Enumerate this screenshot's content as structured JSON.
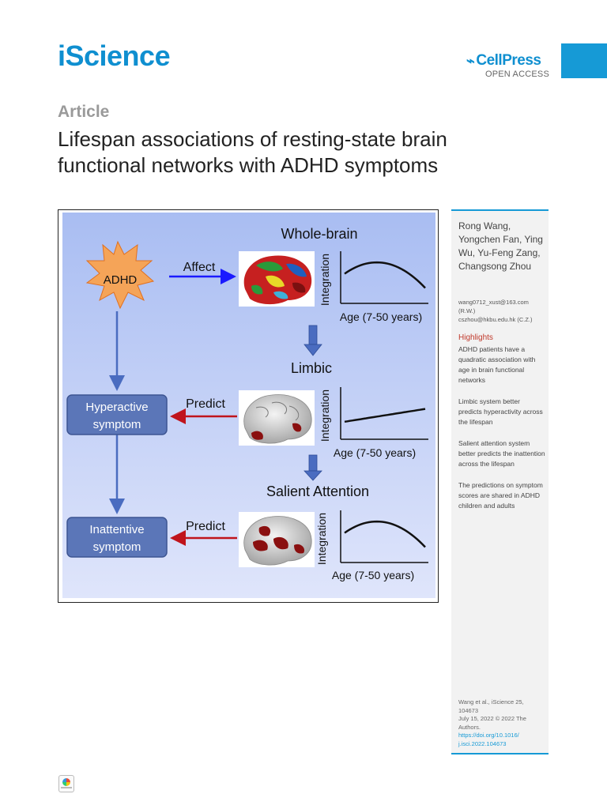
{
  "header": {
    "journal": "iScience",
    "publisher": "CellPress",
    "open_access": "OPEN ACCESS"
  },
  "article": {
    "type_label": "Article",
    "title": "Lifespan associations of resting-state brain functional networks with ADHD symptoms"
  },
  "figure": {
    "adhd": "ADHD",
    "affect": "Affect",
    "predict_1": "Predict",
    "predict_2": "Predict",
    "hyperactive_1": "Hyperactive",
    "hyperactive_2": "symptom",
    "inattentive_1": "Inattentive",
    "inattentive_2": "symptom",
    "panels": [
      {
        "title": "Whole-brain",
        "ylabel": "Integration",
        "xlabel": "Age (7-50 years)"
      },
      {
        "title": "Limbic",
        "ylabel": "Integration",
        "xlabel": "Age (7-50 years)"
      },
      {
        "title": "Salient Attention",
        "ylabel": "Integration",
        "xlabel": "Age (7-50 years)"
      }
    ],
    "colors": {
      "background_top": "#a9bdf2",
      "background_bottom": "#dfe5fb",
      "adhd_star": "#f5a458",
      "symptom_box": "#5b76b8",
      "affect_arrow": "#1a1aff",
      "predict_arrow": "#c0141c",
      "flow_arrow": "#4a6cc0"
    }
  },
  "sidebar": {
    "authors": "Rong Wang, Yongchen Fan, Ying Wu, Yu-Feng Zang, Changsong Zhou",
    "email_1": "wang0712_xust@163.com",
    "email_1_tag": "(R.W.)",
    "email_2": "cszhou@hkbu.edu.hk (C.Z.)",
    "highlights_title": "Highlights",
    "highlights": [
      "ADHD patients have a quadratic association with age in brain functional networks",
      "Limbic system better predicts hyperactivity across the lifespan",
      "Salient attention system better predicts the inattention across the lifespan",
      "The predictions on symptom scores are shared in ADHD children and adults"
    ],
    "citation_1": "Wang et al., iScience 25,",
    "citation_2": "104673",
    "citation_3": "July 15, 2022 © 2022 The",
    "citation_4": "Authors.",
    "doi_1": "https://doi.org/10.1016/",
    "doi_2": "j.isci.2022.104673"
  },
  "chart_data": [
    {
      "type": "line",
      "title": "Whole-brain",
      "xlabel": "Age (7-50 years)",
      "ylabel": "Integration",
      "shape": "inverted-U"
    },
    {
      "type": "line",
      "title": "Limbic",
      "xlabel": "Age (7-50 years)",
      "ylabel": "Integration",
      "shape": "increasing-linear"
    },
    {
      "type": "line",
      "title": "Salient Attention",
      "xlabel": "Age (7-50 years)",
      "ylabel": "Integration",
      "shape": "inverted-U"
    }
  ]
}
